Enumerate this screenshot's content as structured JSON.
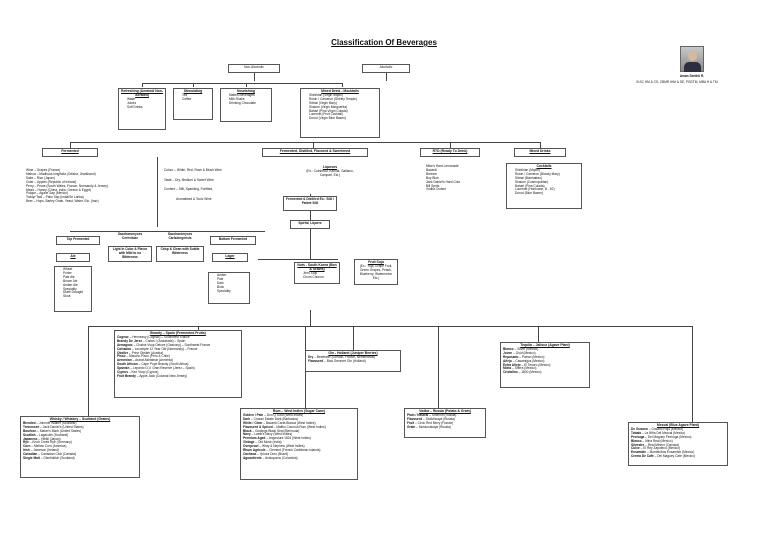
{
  "title": "Classification Of Beverages",
  "author": {
    "name": "Aman Senthil R.",
    "credentials": "B.SC HM & CS, CBMR IHM & SE, PGDTM, MBA H & TM"
  },
  "level1": {
    "non_alcoholic": "Non-Alcoholic",
    "alcoholic": "Alcoholic"
  },
  "non_alcoholic": {
    "refreshing": {
      "title": "Refreshing (Aerated/ Non-Aerated)",
      "items": [
        "Water",
        "Juices",
        "Soft Drinks"
      ]
    },
    "stimulating": {
      "title": "Stimulating",
      "items": [
        "Tea",
        "Coffee"
      ]
    },
    "nourishing": {
      "title": "Nourishing",
      "items": [
        "Malted Beverages",
        "Milk Shake",
        "Drinking Chocolate"
      ]
    },
    "mixed": {
      "title": "Mixed Drink - Mocktails",
      "items": [
        "Shirkhlan (Virgin Mojito)",
        "Rubin / Cameron (Shirley Temple)",
        "Sitmai (Virgin Mary)",
        "Shalom (Virgin Marguerita)",
        "Bahari (Pina Virgin Colada)",
        "Lucernet (Fruit Cocktail)",
        "Dorod (Virgin Blue Bazen)"
      ]
    }
  },
  "alcoholic": {
    "fermented": {
      "title": "Fermented",
      "items": [
        "Wine – Grapes (France)",
        "Mahua – Madhuca longifolia (Odisha, Jharkhand)",
        "Sake – Rice (Japan)",
        "Cider – Apples (Republic of Ireland)",
        "Perry – Pears (South Wales, France, Normandy & Jersey)",
        "Mead – Honey (China, India, Greece & Egypt)",
        "Pulque – Agave Sap (Mexico)",
        "Toddy/ Tadi – Palm Sap (India/Sri Lanka)",
        "Beer – Hops, Barley Grain, Yeast, Water, Etc. (Iran)"
      ]
    },
    "wine_types": [
      "Colour – White, Red, Rose & Blush Wine",
      "Taste – Dry, Medium & Sweet Wine",
      "Content – Still, Sparkling, Fortified,",
      "Aromatised & Tonic Wine"
    ],
    "fermented_distilled": {
      "title": "Fermented, Distilled, Flavored & Sweetened",
      "liqueurs": {
        "title": "Liqueurs",
        "text": "(Ex.: Cointreau, Kahlua, Galliano, Campari, Etc.)"
      }
    },
    "rtd": {
      "title": "RTD (Ready To Drink)",
      "items": [
        "Mike's Hard Lemonade",
        "Bacardi",
        "Breezer",
        "Boy Blue",
        "Jack Daniel's Hard Cola",
        "Bill Sprits",
        "Vodka Cruiser"
      ]
    },
    "mixed_drinks": {
      "title": "Mixed Drinks",
      "cocktails": {
        "title": "Cocktails",
        "items": [
          "Shirkhlan (Mojito)",
          "Rubin / Cameron (Bloody Mary)",
          "Sitmai (Manhattan)",
          "Shalom (Cosmopolitan)",
          "Bahari (Pina Colada)",
          "Lucernet (Hurricane, B - 52)",
          "Dorod (Blue Bazen)"
        ]
      }
    },
    "fermented_distilled_box": "Fermented & Distilled Ex.: Still / Patent Still",
    "spirits": "Spirits/ Liquers",
    "top_fermented": "Top Fermented",
    "saccharomyces_cerevisiae": "Saccharomyces Cerevisiae",
    "saccharomyces_carlsbergensis": "Saccharomyces Carlsbergensis",
    "bottom_fermented": "Bottom Fermented",
    "ale_desc": "Light In Color & Flavor with Mild to no Bitterness",
    "lager_desc": "Crisp & Clean with Subtle Bitterness",
    "ale": {
      "title": "Ale",
      "items": [
        "Wheat",
        "Porter",
        "Pale Ale",
        "Brown Ale",
        "Amber Ale",
        "Speciality",
        "Draft/ Draught",
        "Stout"
      ]
    },
    "lager": {
      "title": "Lager",
      "items": [
        "Amber",
        "Pale",
        "Dark",
        "Bock",
        "Speciality"
      ]
    },
    "nuts": {
      "title": "Nuts - South Korea (Bon & Grains)",
      "items": [
        "Jinro Soju",
        "Chum Churum"
      ]
    },
    "fruit_soju": {
      "title": "Fruit Soju",
      "text": "(Ex.: Yuja, Grape Fruit, Green Grapes, Peach, Blueberry, Watermelon Etc.)"
    }
  },
  "spirits": {
    "brandy": {
      "title": "Brandy – Spain (Fermented Fruits)",
      "rows": [
        [
          "Cognac",
          "Hennessy (Cognac) – Southwest France"
        ],
        [
          "Brandy De Jerez",
          "Carlos I (Andalusia) – Spain"
        ],
        [
          "Armagnac",
          "Chabot Vsop Deluxe (Gascony) – Southwest France"
        ],
        [
          "Calvados",
          "Lecompte 12 Year Old (Normandy) – France"
        ],
        [
          "Obstler",
          "Prinz Obstler (Austria)"
        ],
        [
          "Pisco",
          "Macchu Pisco (Peru & Chile)"
        ],
        [
          "Armenian",
          "Ararat Akhtamar (Armenia)"
        ],
        [
          "South African",
          "Cape Pope Brandy (South Africa)"
        ],
        [
          "Spanish",
          "Lepanto O.V. Gran Reserve (Jerez – Spain)"
        ],
        [
          "Cyprus",
          "Keo Vsop (Cyprus)"
        ],
        [
          "Fruit Brandy",
          "Apple Jack (Colonial New Jersey)"
        ]
      ]
    },
    "gin": {
      "title": "Gin - Holland (Juniper Berries)",
      "rows": [
        [
          "Dry",
          "Beefeater (London, France, Netherlands)"
        ],
        [
          "Flavoured",
          "Bols Genever Gin (Holland)"
        ]
      ]
    },
    "tequila": {
      "title": "Tequila – Jalisco (Agave Plant)",
      "rows": [
        [
          "Blanco",
          "Silver (Mexico)"
        ],
        [
          "Joven",
          "Gold (Mexico)"
        ],
        [
          "Reposado",
          "Patron (Mexico)"
        ],
        [
          "Añejo",
          "Casamigos (Mexico)"
        ],
        [
          "Extra Añejo",
          "El Tesoro (Mexico)"
        ],
        [
          "Mixto",
          "Sierra (Mexico)"
        ],
        [
          "Cristalino",
          "1800 (Mexico)"
        ]
      ]
    },
    "whisky": {
      "title": "Whisky / Whiskey – Scotland (Grains)",
      "rows": [
        [
          "Blended",
          "Johnnie Walker (Scotland)"
        ],
        [
          "Tennessee",
          "Jack Daniel's (United States)"
        ],
        [
          "Bourbon",
          "Maker's Mark (United States)"
        ],
        [
          "Scottish",
          "Lagavulin (Scotland)"
        ],
        [
          "Japanese",
          "Hibiki (Japan)"
        ],
        [
          "Rye",
          "Knob Creek Rye (Germany)"
        ],
        [
          "Corn",
          "Mellow Corn (America)"
        ],
        [
          "Irish",
          "Jameson (Ireland)"
        ],
        [
          "Canadian",
          "Canadian Club (Canada)"
        ],
        [
          "Single Malt",
          "Glenfiddich (Scotland)"
        ]
      ]
    },
    "rum": {
      "title": "Rum – West Indies (Sugar Cane)",
      "rows": [
        [
          "Golden / Pale",
          "Don Q Gold (West Indies)"
        ],
        [
          "Dark",
          "Cruzan Estate Dark (Barbados)"
        ],
        [
          "White / Clear",
          "Bacardi Carta Blanca (West Indies)"
        ],
        [
          "Flavoured & Spiced",
          "Malibu Coconut Rum (West Indies)"
        ],
        [
          "Black",
          "Goslings Black Seal (Bermuda)"
        ],
        [
          "Navy",
          "Lamb's Navy (West Indies)"
        ],
        [
          "Premium Aged",
          "Angostura 1824 (West Indies)"
        ],
        [
          "Vintage",
          "Old Monk (India)"
        ],
        [
          "Overproof",
          "Wray & Nephew (West Indies)"
        ],
        [
          "Rhum Agricole",
          "Clement (French Caribbean Islands)"
        ],
        [
          "Cachaca",
          "Ypioca Ouro (Brazil)"
        ],
        [
          "Aguardiente",
          "Antioqueno (Colombia)"
        ]
      ]
    },
    "vodka": {
      "title": "Vodka – Russia (Potato & Grain)",
      "rows": [
        [
          "Plain / Neutral",
          "Smirnoff (Russia)"
        ],
        [
          "Flavoured",
          "Stolichnaya (Russia)"
        ],
        [
          "Fruit",
          "Ciroc Red Berry (France)"
        ],
        [
          "Grain",
          "Moskovskaya (Russia)"
        ]
      ]
    },
    "mezcal": {
      "title": "Mezcal (Blue Agave Plant)",
      "rows": [
        [
          "De Gusano",
          "Gusano Rojo (Mexico)"
        ],
        [
          "Tobala",
          "La Niña Del Mezcal (Mexico)"
        ],
        [
          "Pechuga",
          "Del Maguey Pechuga (Mexico)"
        ],
        [
          "Blanco",
          "Mina Real (Mexico)"
        ],
        [
          "Silvestre",
          "Real Minero (Oaxaca)"
        ],
        [
          "Cuixe",
          "El Rey Zapoteco (Mexico)"
        ],
        [
          "Ensamble",
          "Montelobos Ensamble (Mexico)"
        ],
        [
          "Crema De Café",
          "Del Maguey Café (Mexico)"
        ]
      ]
    }
  }
}
